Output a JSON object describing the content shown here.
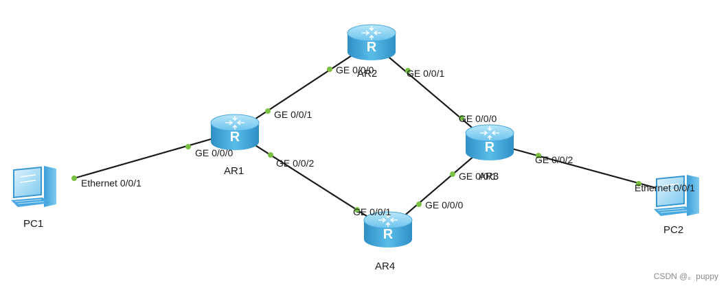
{
  "colors": {
    "link": "#1a1a1a",
    "port_dot": "#7ac142",
    "router_body": "#3fa7dc",
    "router_top": "#8fd3f4",
    "pc_body": "#4aa8e0"
  },
  "devices": {
    "ar1": {
      "label": "AR1",
      "type": "router",
      "icon": "router-icon"
    },
    "ar2": {
      "label": "AR2",
      "type": "router",
      "icon": "router-icon"
    },
    "ar3": {
      "label": "AR3",
      "type": "router",
      "icon": "router-icon"
    },
    "ar4": {
      "label": "AR4",
      "type": "router",
      "icon": "router-icon"
    },
    "pc1": {
      "label": "PC1",
      "type": "pc",
      "icon": "pc-icon"
    },
    "pc2": {
      "label": "PC2",
      "type": "pc",
      "icon": "pc-icon"
    }
  },
  "ports": {
    "pc1_eth": "Ethernet 0/0/1",
    "ar1_ge000": "GE 0/0/0",
    "ar1_ge001": "GE 0/0/1",
    "ar1_ge002": "GE 0/0/2",
    "ar2_ge000": "GE 0/0/0",
    "ar2_ge001": "GE 0/0/1",
    "ar3_ge000": "GE 0/0/0",
    "ar3_ge001": "GE 0/0/1",
    "ar3_ge002": "GE 0/0/2",
    "ar4_ge001": "GE 0/0/1",
    "ar4_ge000": "GE 0/0/0",
    "pc2_eth": "Ethernet 0/0/1"
  },
  "links": [
    {
      "from": "PC1",
      "from_port": "Ethernet 0/0/1",
      "to": "AR1",
      "to_port": "GE 0/0/0"
    },
    {
      "from": "AR1",
      "from_port": "GE 0/0/1",
      "to": "AR2",
      "to_port": "GE 0/0/0"
    },
    {
      "from": "AR2",
      "from_port": "GE 0/0/1",
      "to": "AR3",
      "to_port": "GE 0/0/0"
    },
    {
      "from": "AR1",
      "from_port": "GE 0/0/2",
      "to": "AR4",
      "to_port": "GE 0/0/1"
    },
    {
      "from": "AR4",
      "from_port": "GE 0/0/0",
      "to": "AR3",
      "to_port": "GE 0/0/1"
    },
    {
      "from": "AR3",
      "from_port": "GE 0/0/2",
      "to": "PC2",
      "to_port": "Ethernet 0/0/1"
    }
  ],
  "watermark": "CSDN @。puppy"
}
